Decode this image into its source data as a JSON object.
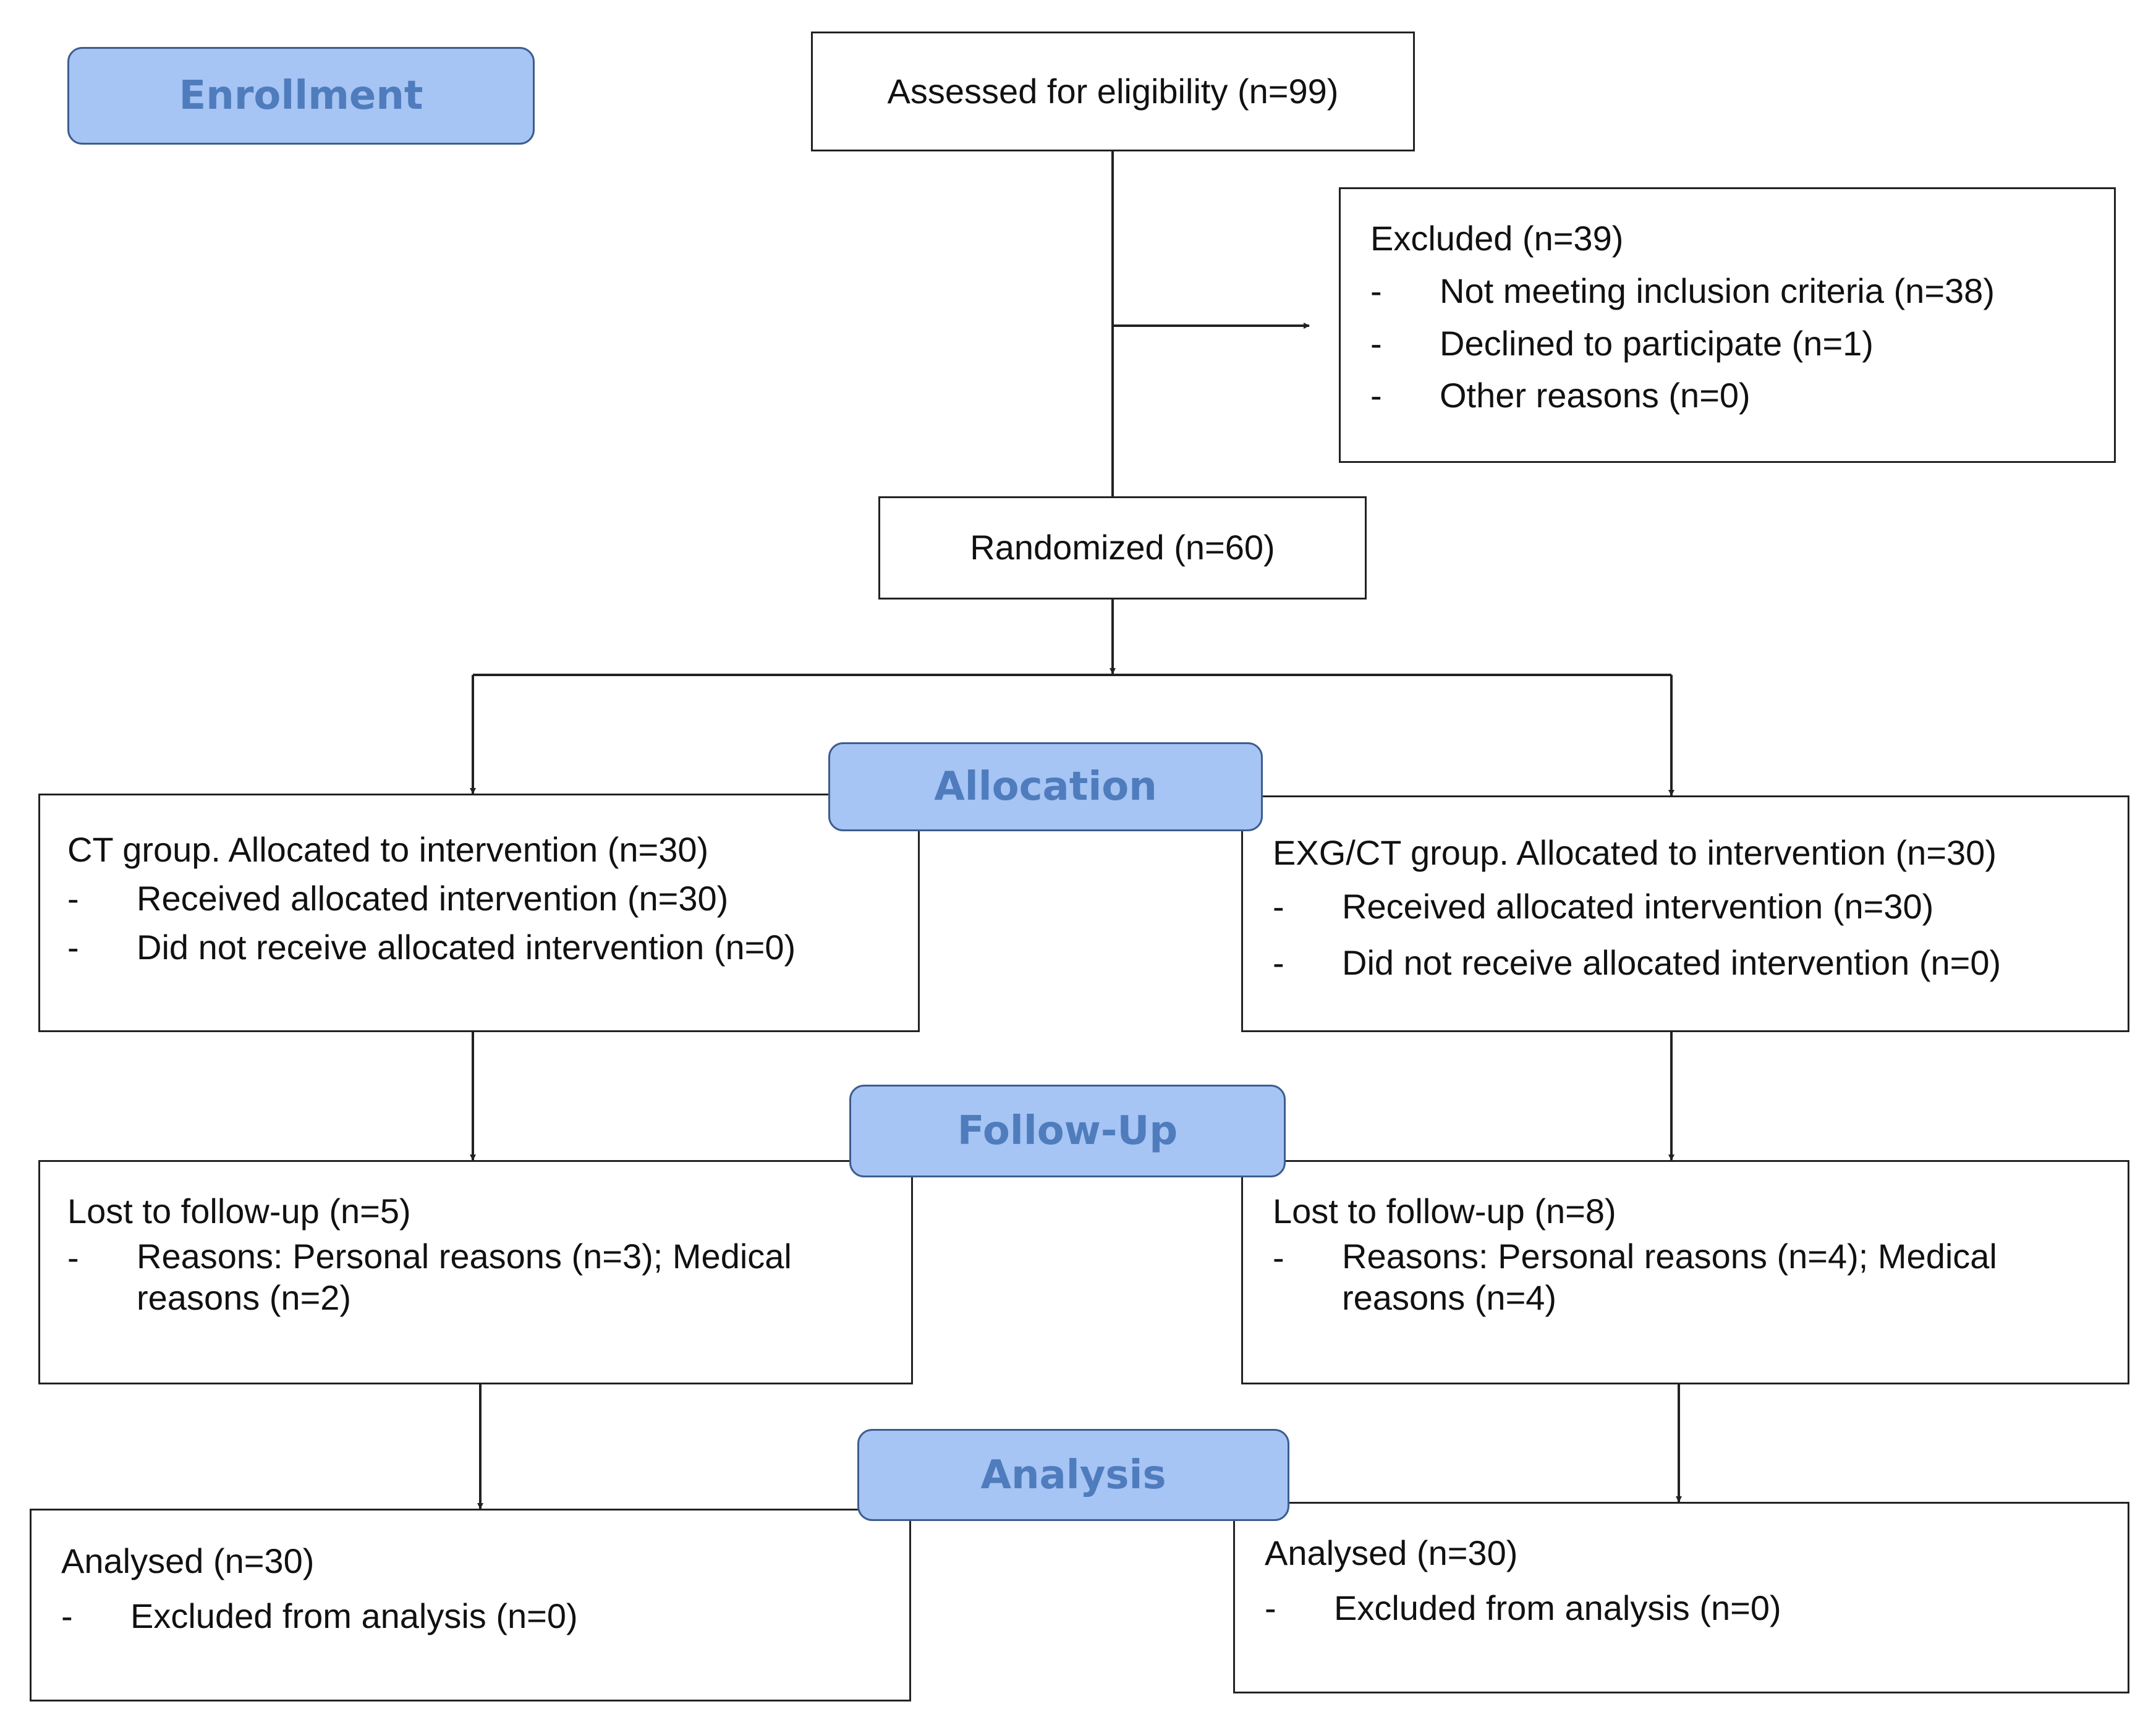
{
  "stages": {
    "enrollment": "Enrollment",
    "allocation": "Allocation",
    "follow_up": "Follow-Up",
    "analysis": "Analysis"
  },
  "assessed": "Assessed for eligibility (n=99)",
  "excluded": {
    "heading": "Excluded (n=39)",
    "items": [
      "Not meeting inclusion criteria (n=38)",
      "Declined to participate (n=1)",
      "Other reasons (n=0)"
    ]
  },
  "randomized": "Randomized (n=60)",
  "bullet": "-",
  "ct_group": {
    "allocation": {
      "heading": "CT group. Allocated to intervention (n=30)",
      "items": [
        "Received allocated intervention (n=30)",
        "Did not receive allocated intervention (n=0)"
      ]
    },
    "follow_up": {
      "heading": "Lost to follow-up (n=5)",
      "items": [
        "Reasons: Personal reasons (n=3); Medical reasons (n=2)"
      ]
    },
    "analysis": {
      "heading": "Analysed (n=30)",
      "items": [
        "Excluded from analysis (n=0)"
      ]
    }
  },
  "exg_ct_group": {
    "allocation": {
      "heading": "EXG/CT group. Allocated to intervention (n=30)",
      "items": [
        "Received allocated intervention (n=30)",
        "Did not receive allocated intervention (n=0)"
      ]
    },
    "follow_up": {
      "heading": "Lost to follow-up (n=8)",
      "items": [
        "Reasons: Personal reasons (n=4); Medical reasons (n=4)"
      ]
    },
    "analysis": {
      "heading": "Analysed (n=30)",
      "items": [
        "Excluded from analysis (n=0)"
      ]
    }
  },
  "colors": {
    "stage_fill": "#a6c4f4",
    "stage_text": "#4f7cbc",
    "stage_border": "#3d5d8e",
    "line": "#222222"
  }
}
